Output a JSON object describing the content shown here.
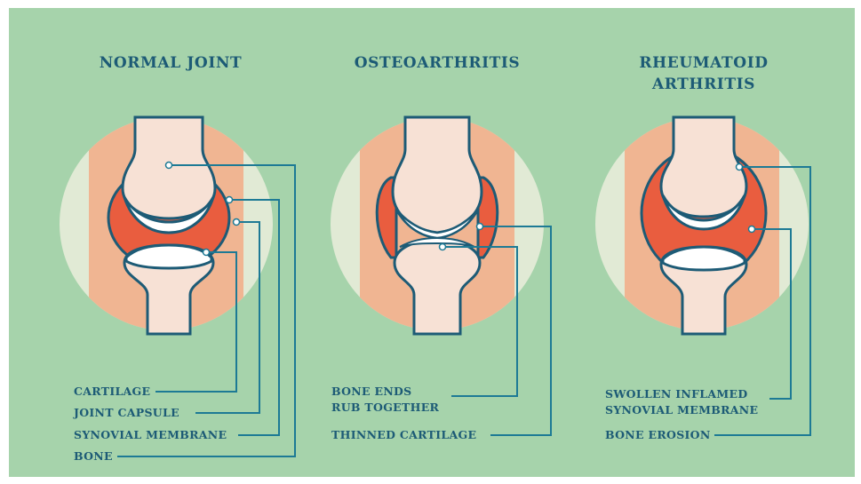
{
  "panels": [
    {
      "title": "NORMAL JOINT",
      "labels": [
        "CARTILAGE",
        "JOINT CAPSULE",
        "SYNOVIAL MEMBRANE",
        "BONE"
      ]
    },
    {
      "title": "OSTEOARTHRITIS",
      "labels": [
        "BONE ENDS\nRUB TOGETHER",
        "THINNED CARTILAGE"
      ]
    },
    {
      "title": "RHEUMATOID\nARTHRITIS",
      "labels": [
        "SWOLLEN INFLAMED\nSYNOVIAL MEMBRANE",
        "BONE EROSION"
      ]
    }
  ],
  "colors": {
    "background": "#a6d3ab",
    "circle": "#e1ead5",
    "capsule": "#f0b592",
    "synovial": "#e95d3f",
    "bone": "#f7e1d5",
    "cartilage": "#ffffff",
    "outline": "#1d5b76"
  }
}
